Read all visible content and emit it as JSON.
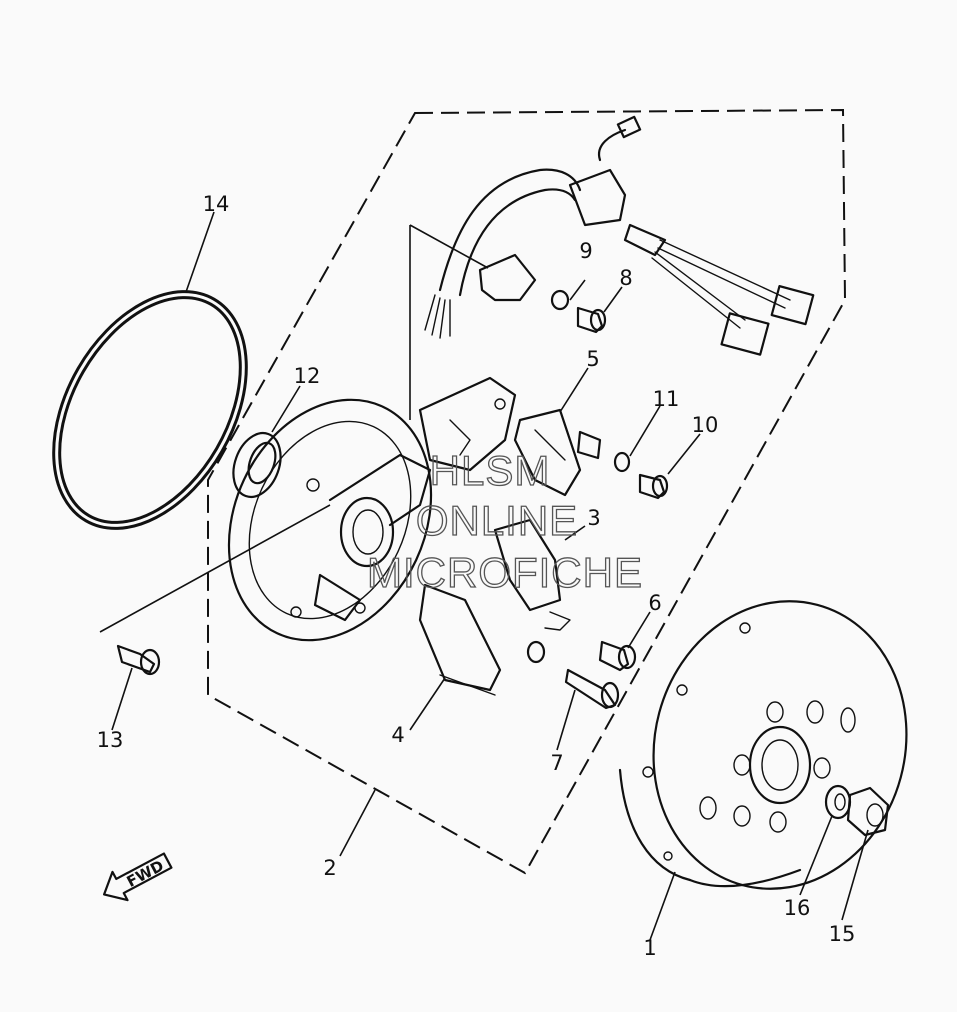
{
  "diagram": {
    "callouts": [
      {
        "id": "1",
        "label": "1"
      },
      {
        "id": "2",
        "label": "2"
      },
      {
        "id": "3",
        "label": "3"
      },
      {
        "id": "4",
        "label": "4"
      },
      {
        "id": "5",
        "label": "5"
      },
      {
        "id": "6",
        "label": "6"
      },
      {
        "id": "7",
        "label": "7"
      },
      {
        "id": "8",
        "label": "8"
      },
      {
        "id": "9",
        "label": "9"
      },
      {
        "id": "10",
        "label": "10"
      },
      {
        "id": "11",
        "label": "11"
      },
      {
        "id": "12",
        "label": "12"
      },
      {
        "id": "13",
        "label": "13"
      },
      {
        "id": "14",
        "label": "14"
      },
      {
        "id": "15",
        "label": "15"
      },
      {
        "id": "16",
        "label": "16"
      }
    ],
    "fwd_label": "FWD",
    "watermark": [
      "HLSM",
      "ONLINE",
      "MICROFICHE"
    ]
  }
}
